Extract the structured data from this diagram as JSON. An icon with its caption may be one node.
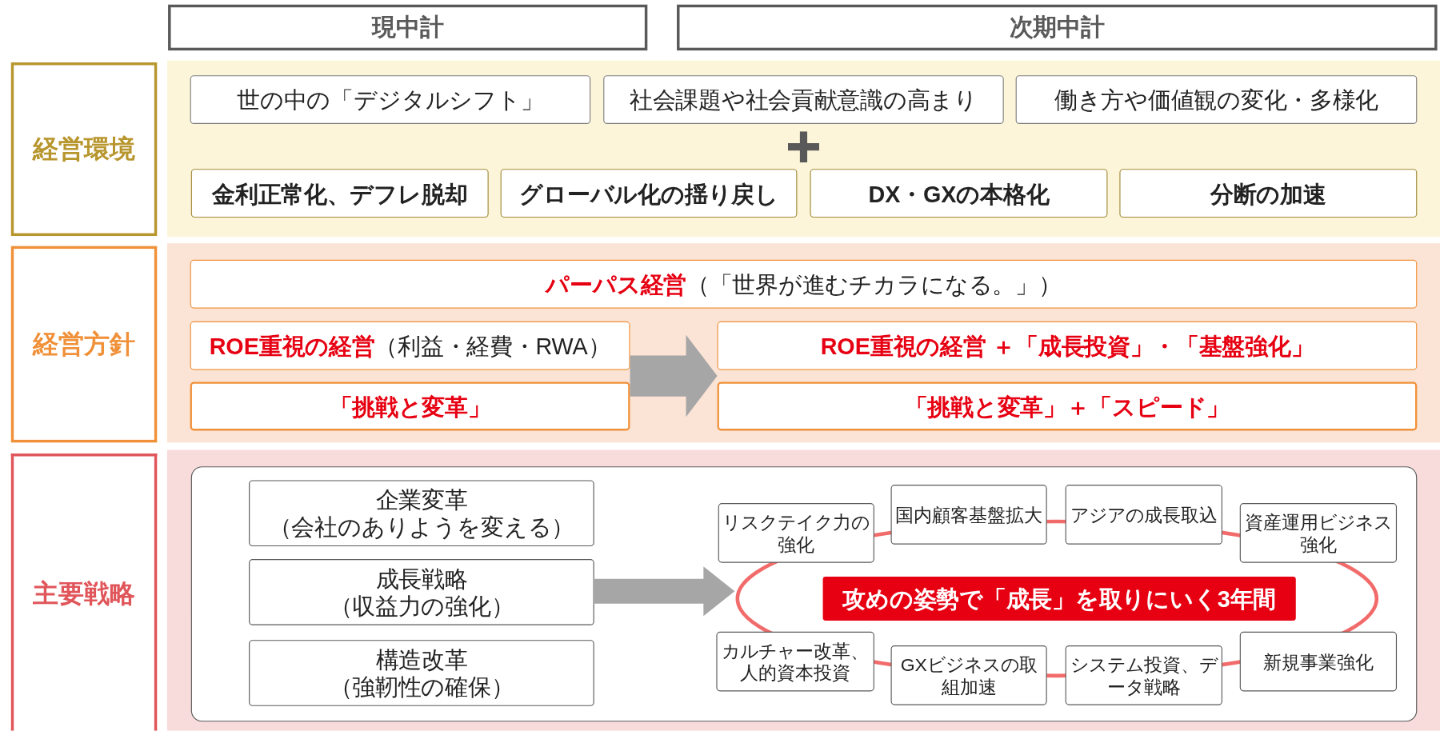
{
  "diagram": {
    "nodes": [
      {
        "text": [
          "現中計"
        ]
      },
      {
        "text": [
          "次期中計"
        ]
      },
      {
        "text": [
          "経営環境"
        ]
      },
      {
        "text": [
          "世の中の「デジタルシフト」"
        ]
      },
      {
        "text": [
          "社会課題や社会貢献意識の高まり"
        ]
      },
      {
        "text": [
          "働き方や価値観の変化・多様化"
        ]
      },
      {
        "text": [
          "金利正常化、デフレ脱却"
        ]
      },
      {
        "text": [
          "グローバル化の揺り戻し"
        ]
      },
      {
        "text": [
          "DX・GXの本格化"
        ]
      },
      {
        "text": [
          "分断の加速"
        ]
      },
      {
        "text": [
          "経営方針"
        ]
      },
      {
        "text": [
          "**パーパス経営**（「世界が進むチカラになる。」）"
        ]
      },
      {
        "text": [
          "**ROE重視の経営**（利益・経費・RWA）"
        ]
      },
      {
        "text": [
          "「挑戦と変革」"
        ]
      },
      {
        "text": [
          "ROE重視の経営 ＋「成長投資」・「基盤強化」"
        ]
      },
      {
        "text": [
          "「挑戦と変革」＋「スピード」"
        ]
      },
      {
        "text": [
          "主要戦略"
        ]
      },
      {
        "text": [],
        "shape": "box"
      },
      {
        "text": [
          "企業変革",
          "（会社のありようを変える）"
        ],
        "in": 17
      },
      {
        "text": [
          "成長戦略",
          "（収益力の強化）"
        ],
        "in": 17
      },
      {
        "text": [
          "構造改革",
          "（強靭性の確保）"
        ],
        "in": 17
      },
      {
        "text": [],
        "shape": "ellipse",
        "in": 17
      },
      {
        "text": [
          "攻めの姿勢で「成長」を取りにいく3年間"
        ],
        "in": 21
      },
      {
        "text": [
          "リスクテイク力の強化"
        ],
        "in": 17
      },
      {
        "text": [
          "国内顧客基盤拡大"
        ],
        "in": 17
      },
      {
        "text": [
          "アジアの成長取込"
        ],
        "in": 17
      },
      {
        "text": [
          "資産運用ビジネス強化"
        ],
        "in": 17
      },
      {
        "text": [
          "カルチャー改革、人的資本投資"
        ],
        "in": 17
      },
      {
        "text": [
          "GXビジネスの取組加速"
        ],
        "in": 17
      },
      {
        "text": [
          "システム投資、データ戦略"
        ],
        "in": 17
      },
      {
        "text": [
          "新規事業強化"
        ],
        "in": 17
      }
    ],
    "edges": [
      {
        "from": 12,
        "to": 14,
        "arrow": "to",
        "style": "thick"
      },
      {
        "from": 13,
        "to": 15,
        "arrow": "to",
        "style": "thick"
      },
      {
        "from": 19,
        "to": 21,
        "arrow": "to",
        "style": "thick"
      }
    ]
  }
}
